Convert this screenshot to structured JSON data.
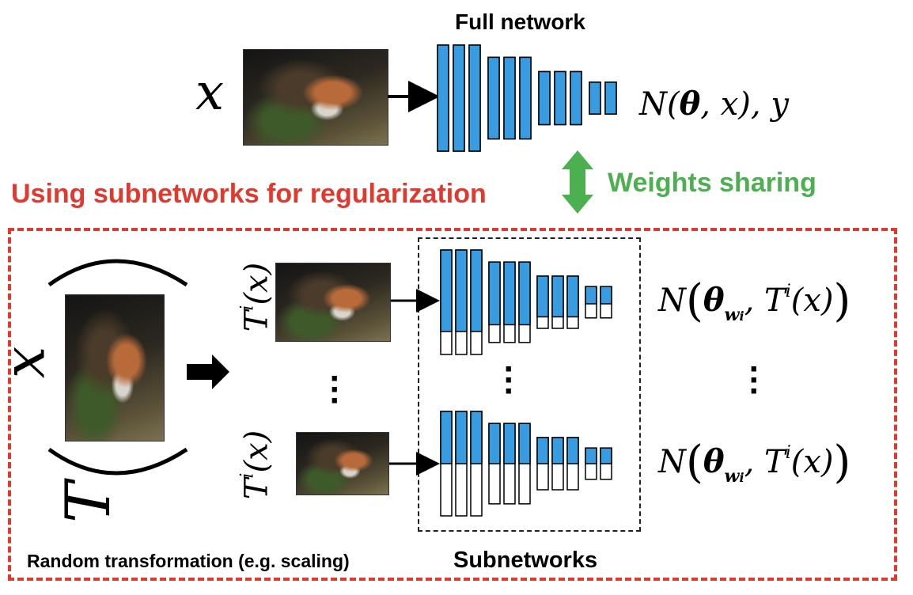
{
  "titles": {
    "full_network": "Full network",
    "regularization": "Using subnetworks for regularization",
    "weights_sharing": "Weights sharing",
    "random_transformation": "Random transformation (e.g. scaling)",
    "subnetworks": "Subnetworks"
  },
  "math": {
    "x": "x",
    "T": "T",
    "N": "N",
    "theta": "θ",
    "output_top_rest": ", x), y",
    "w_sub": "w",
    "i_sub": "i",
    "i_sup": "i",
    "x_arg": "(x)",
    "comma_T": ", T"
  },
  "colors": {
    "accent_red": "#e03a2f",
    "accent_green": "#4caf50",
    "layer_blue": "#3a9ce0"
  },
  "network": {
    "full_layer_heights_rel": [
      1.0,
      1.0,
      1.0,
      0.77,
      0.77,
      0.77,
      0.5,
      0.5,
      0.5,
      0.3,
      0.3
    ],
    "sub1_fill_fraction": [
      0.78,
      0.78,
      0.78,
      0.78,
      0.78,
      0.78,
      0.78,
      0.78,
      0.78,
      0.55,
      0.55
    ],
    "sub2_fill_fraction": [
      0.5,
      0.5,
      0.5,
      0.5,
      0.5,
      0.5,
      0.5,
      0.5,
      0.5,
      0.5,
      0.5
    ]
  },
  "icons": {
    "fox_image": "fox-photo",
    "arrow": "right-arrow",
    "double_arrow": "vertical-double-arrow",
    "bold_arrow": "bold-right-arrow"
  }
}
